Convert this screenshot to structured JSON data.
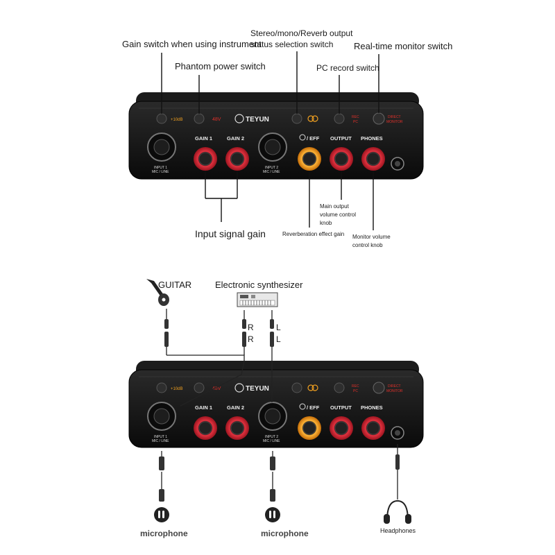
{
  "callouts": {
    "gain_switch": "Gain switch when using instrument",
    "phantom_switch": "Phantom power switch",
    "stereo_switch_l1": "Stereo/mono/Reverb output",
    "stereo_switch_l2": "status selection switch",
    "realtime_monitor": "Real-time monitor switch",
    "pc_record": "PC record switch",
    "input_gain": "Input signal gain",
    "main_output_l1": "Main output",
    "main_output_l2": "volume control",
    "main_output_l3": "knob",
    "reverb_gain": "Reverberation effect gain",
    "monitor_volume_l1": "Monitor volume",
    "monitor_volume_l2": "control knob"
  },
  "device": {
    "brand": "TEYUN",
    "pad_label": "+10dB",
    "phantom_label": "48V",
    "rec_l1": "REC",
    "rec_l2": "PC",
    "direct_l1": "DIRECT",
    "direct_l2": "MONITOR",
    "gain1": "GAIN 1",
    "gain2": "GAIN 2",
    "eff": "/ EFF",
    "output": "OUTPUT",
    "phones": "PHONES",
    "input1_l1": "INPUT 1",
    "input1_l2": "MIC / LINE",
    "input2_l1": "INPUT 2",
    "input2_l2": "MIC / LINE"
  },
  "connections": {
    "guitar": "GUITAR",
    "synth": "Electronic synthesizer",
    "right1": "R",
    "right2": "R",
    "left1": "L",
    "left2": "L",
    "mic1": "microphone",
    "mic2": "microphone",
    "headphones": "Headphones"
  },
  "colors": {
    "body": "#111111",
    "panel_red": "#cc1f2a",
    "eff_orange": "#f0a020",
    "label_red": "#e0302a"
  }
}
